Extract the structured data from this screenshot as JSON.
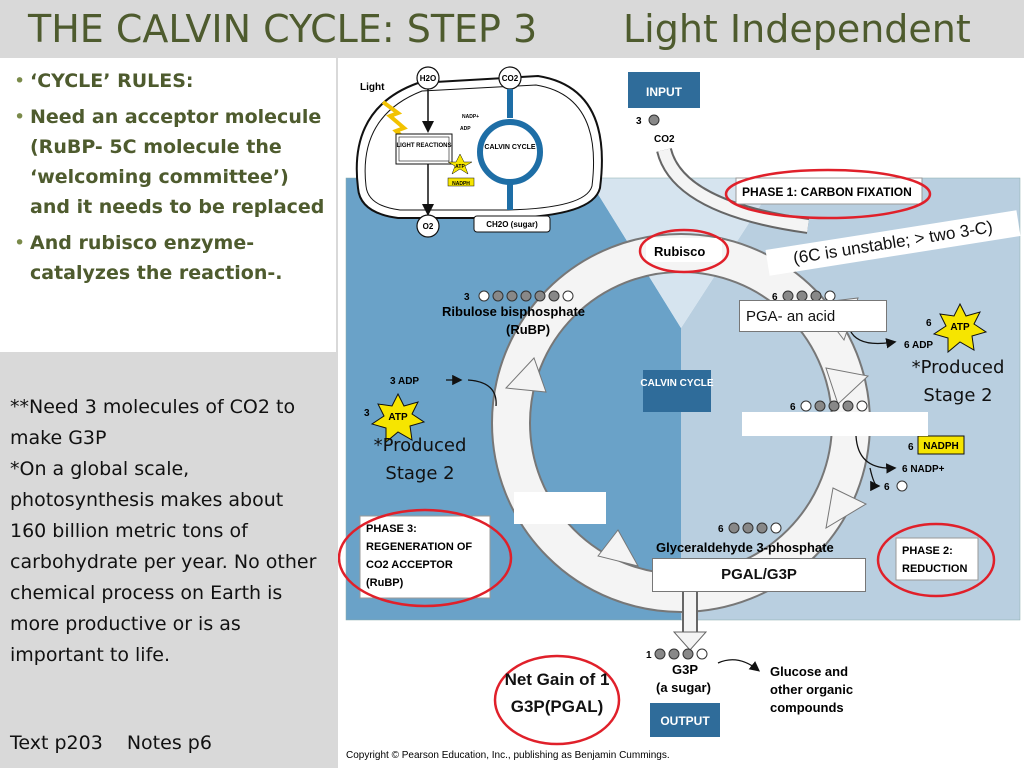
{
  "title": {
    "left": "THE CALVIN CYCLE: STEP 3",
    "right": "Light Independent"
  },
  "bullets": [
    "‘CYCLE’ RULES:",
    "Need an acceptor molecule (RuBP- 5C molecule the ‘welcoming committee’) and it needs to be replaced",
    "And rubisco enzyme- catalyzes the reaction-."
  ],
  "notes": {
    "line1": "**Need 3 molecules of CO2 to make G3P",
    "line2": "*On a global scale, photosynthesis makes about 160 billion metric tons of carbohydrate per year. No other chemical process on Earth is more productive or is as important to life."
  },
  "footer": {
    "text_ref": "Text p203",
    "notes_ref": "Notes p6"
  },
  "overlays": {
    "pga": "PGA- an acid",
    "unstable": "(6C is unstable; > two 3-C)",
    "produced_right": "*Produced Stage 2",
    "produced_left": "*Produced Stage 2",
    "pgal": "PGAL/G3P",
    "net_gain": "Net Gain of 1 G3P(PGAL)"
  },
  "diagram": {
    "light": "Light",
    "h2o": "H2O",
    "co2_top": "CO2",
    "nadp": "NADP+",
    "adp_chloro": "ADP",
    "light_reactions": "LIGHT REACTIONS",
    "calvin_cycle_small": "CALVIN CYCLE",
    "atp_small": "ATP",
    "nadph_small": "NADPH",
    "o2": "O2",
    "ch2o": "CH2O (sugar)",
    "input": "INPUT",
    "input_num": "3",
    "input_co2": "CO2",
    "phase1": "PHASE 1: CARBON FIXATION",
    "rubisco": "Rubisco",
    "rubp_num": "3",
    "rubp_name": "Ribulose bisphosphate",
    "rubp_abbr": "(RuBP)",
    "pga_num": "6",
    "adp6_num": "6",
    "atp": "ATP",
    "adp6": "6 ADP",
    "calvin_cycle": "CALVIN CYCLE",
    "adp3": "3 ADP",
    "atp3_num": "3",
    "bpg_num": "6",
    "nadph_num": "6",
    "nadph": "NADPH",
    "nadp6": "6 NADP+",
    "pi6": "6",
    "phase3_l1": "PHASE 3:",
    "phase3_l2": "REGENERATION OF",
    "phase3_l3": "CO2 ACCEPTOR",
    "phase3_l4": "(RuBP)",
    "g3p6_num": "6",
    "g3p_name": "Glyceraldehyde 3-phosphate",
    "phase2_l1": "PHASE 2:",
    "phase2_l2": "REDUCTION",
    "out_num": "1",
    "g3p": "G3P",
    "a_sugar": "(a sugar)",
    "glucose_l1": "Glucose and",
    "glucose_l2": "other organic",
    "glucose_l3": "compounds",
    "output": "OUTPUT",
    "copyright": "Copyright © Pearson Education, Inc., publishing as Benjamin Cummings."
  },
  "colors": {
    "title": "#4e5b2e",
    "left_blue": "#6aa2c8",
    "right_blue": "#b9cfe0",
    "arrow_fill": "#f4f4f4",
    "box_dark": "#2f6c9a",
    "callout_red": "#e0202a",
    "atp_yellow": "#f6e500"
  }
}
